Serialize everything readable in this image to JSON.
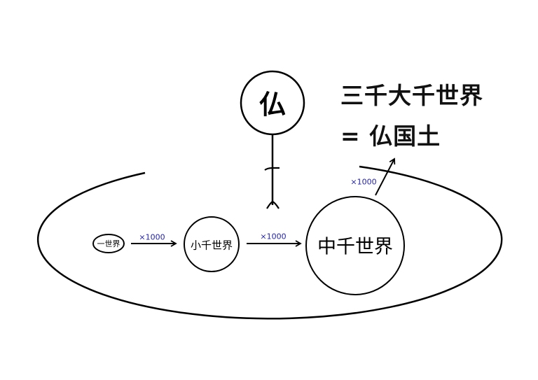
{
  "title": {
    "line1": "三千大千世界",
    "line2": "= 仏国土"
  },
  "buddha": {
    "label": "仏"
  },
  "nodes": [
    {
      "label": "一世界"
    },
    {
      "label": "小千世界"
    },
    {
      "label": "中千世界"
    }
  ],
  "multipliers": [
    "×1000",
    "×1000",
    "×1000"
  ],
  "colors": {
    "line": "#000000",
    "multiplier": "#2222aa"
  }
}
